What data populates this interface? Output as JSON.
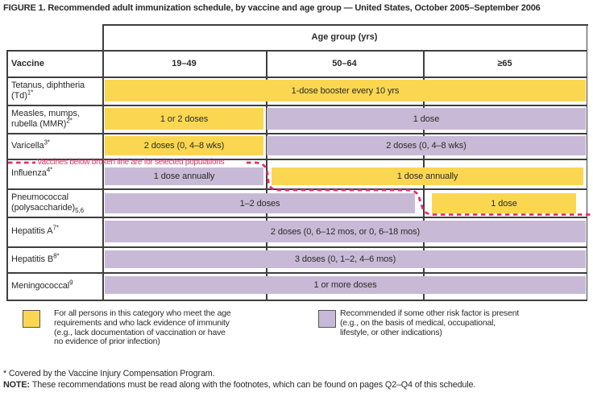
{
  "title": "FIGURE 1. Recommended adult immunization schedule, by vaccine and age group — United States, October 2005–September 2006",
  "table": {
    "age_group_header": "Age group (yrs)",
    "vaccine_header": "Vaccine",
    "age_columns": [
      "19–49",
      "50–64",
      "≥65"
    ],
    "rows": [
      {
        "vaccine": "Tetanus, diphtheria (Td)",
        "sup": "1*",
        "bars": [
          {
            "type": "yellow",
            "label": "1-dose booster every 10 yrs"
          }
        ]
      },
      {
        "vaccine": "Measles, mumps, rubella (MMR)",
        "sup": "2*",
        "bars": [
          {
            "type": "yellow",
            "label": "1 or 2 doses"
          },
          {
            "type": "purple",
            "label": "1 dose"
          }
        ]
      },
      {
        "vaccine": "Varicella",
        "sup": "3*",
        "bars": [
          {
            "type": "yellow",
            "label": "2 doses (0, 4–8 wks)"
          },
          {
            "type": "purple",
            "label": "2 doses (0, 4–8 wks)"
          }
        ]
      },
      {
        "vaccine": "Influenza",
        "sup": "4*",
        "bars": [
          {
            "type": "purple",
            "label": "1 dose annually"
          },
          {
            "type": "yellow",
            "label": "1 dose annually"
          }
        ]
      },
      {
        "vaccine": "Pneumococcal (polysaccharide)",
        "sub": "5,6",
        "bars": [
          {
            "type": "purple",
            "label": "1–2 doses"
          },
          {
            "type": "yellow",
            "label": "1 dose"
          }
        ]
      },
      {
        "vaccine": "Hepatitis A",
        "sup": "7*",
        "bars": [
          {
            "type": "purple",
            "label": "2 doses (0, 6–12 mos, or 0, 6–18 mos)"
          }
        ]
      },
      {
        "vaccine": "Hepatitis B",
        "sup": "8*",
        "bars": [
          {
            "type": "purple",
            "label": "3 doses (0, 1–2, 4–6 mos)"
          }
        ]
      },
      {
        "vaccine": "Meningococcal",
        "sup": "9",
        "bars": [
          {
            "type": "purple",
            "label": "1 or more doses"
          }
        ]
      }
    ]
  },
  "broken_line_note": "Vaccines below broken line are for selected populations",
  "legend": [
    {
      "color": "yellow",
      "lines": [
        "For all persons in this category who meet the age",
        "requirements and who lack evidence of immunity",
        "(e.g., lack documentation of vaccination or have",
        "no evidence of prior infection)"
      ]
    },
    {
      "color": "purple",
      "lines": [
        "Recommended if some other risk factor is present",
        "(e.g., on the basis of medical, occupational,",
        "lifestyle, or other indications)"
      ]
    }
  ],
  "footnotes": {
    "asterisk": "* Covered by the Vaccine Injury Compensation Program.",
    "note_label": "NOTE:",
    "note_text": "These recommendations must be read along with the footnotes, which can be found on pages Q2–Q4 of this schedule."
  },
  "colors": {
    "for_all_persons_yellow": "#FBD751",
    "risk_factor_purple": "#C8BAD6",
    "broken_line_pink": "#E62E68",
    "table_border": "#3F3F3F"
  }
}
